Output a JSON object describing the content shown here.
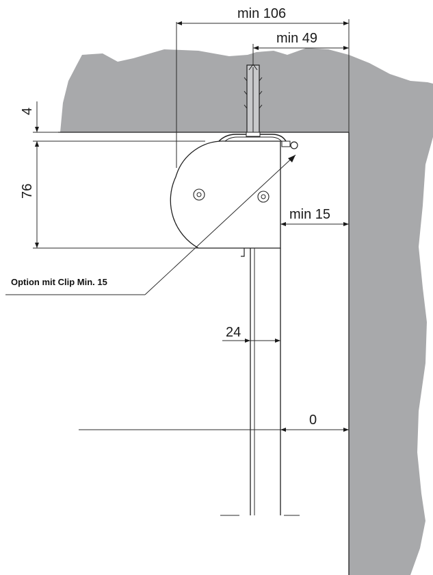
{
  "dimensions": {
    "min106": "min 106",
    "min49": "min 49",
    "top4": "4",
    "height76": "76",
    "min15": "min 15",
    "width24": "24",
    "zero": "0"
  },
  "note": {
    "clip_option": "Option mit Clip Min. 15"
  },
  "colors": {
    "wall": "#a8a9ab",
    "line": "#1f1f1f",
    "background": "#ffffff"
  }
}
